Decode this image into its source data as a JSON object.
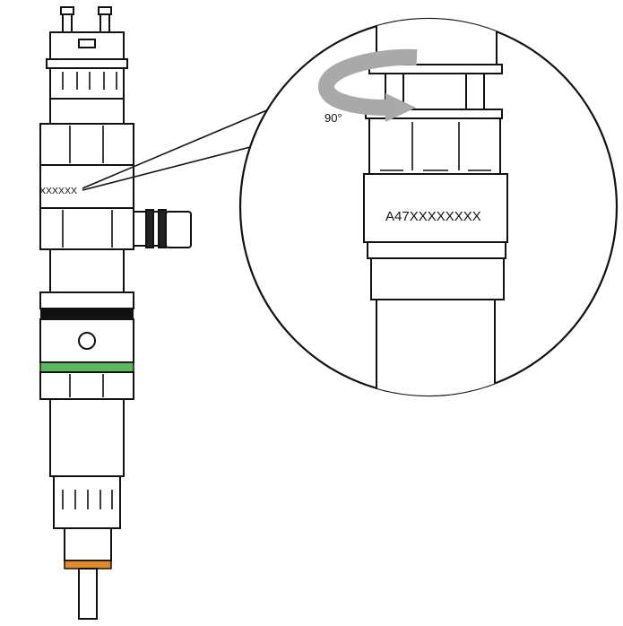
{
  "small_label": "XXXXXX",
  "zoom_label": "A47XXXXXXXX",
  "rotation_label": "90°",
  "colors": {
    "line": "#111111",
    "green_ring": "#5cb85c",
    "orange_ring": "#e08a2c",
    "arrow": "#a9a9a9",
    "black_ring": "#111111"
  },
  "icons": [
    "rotation-arrow-icon"
  ]
}
